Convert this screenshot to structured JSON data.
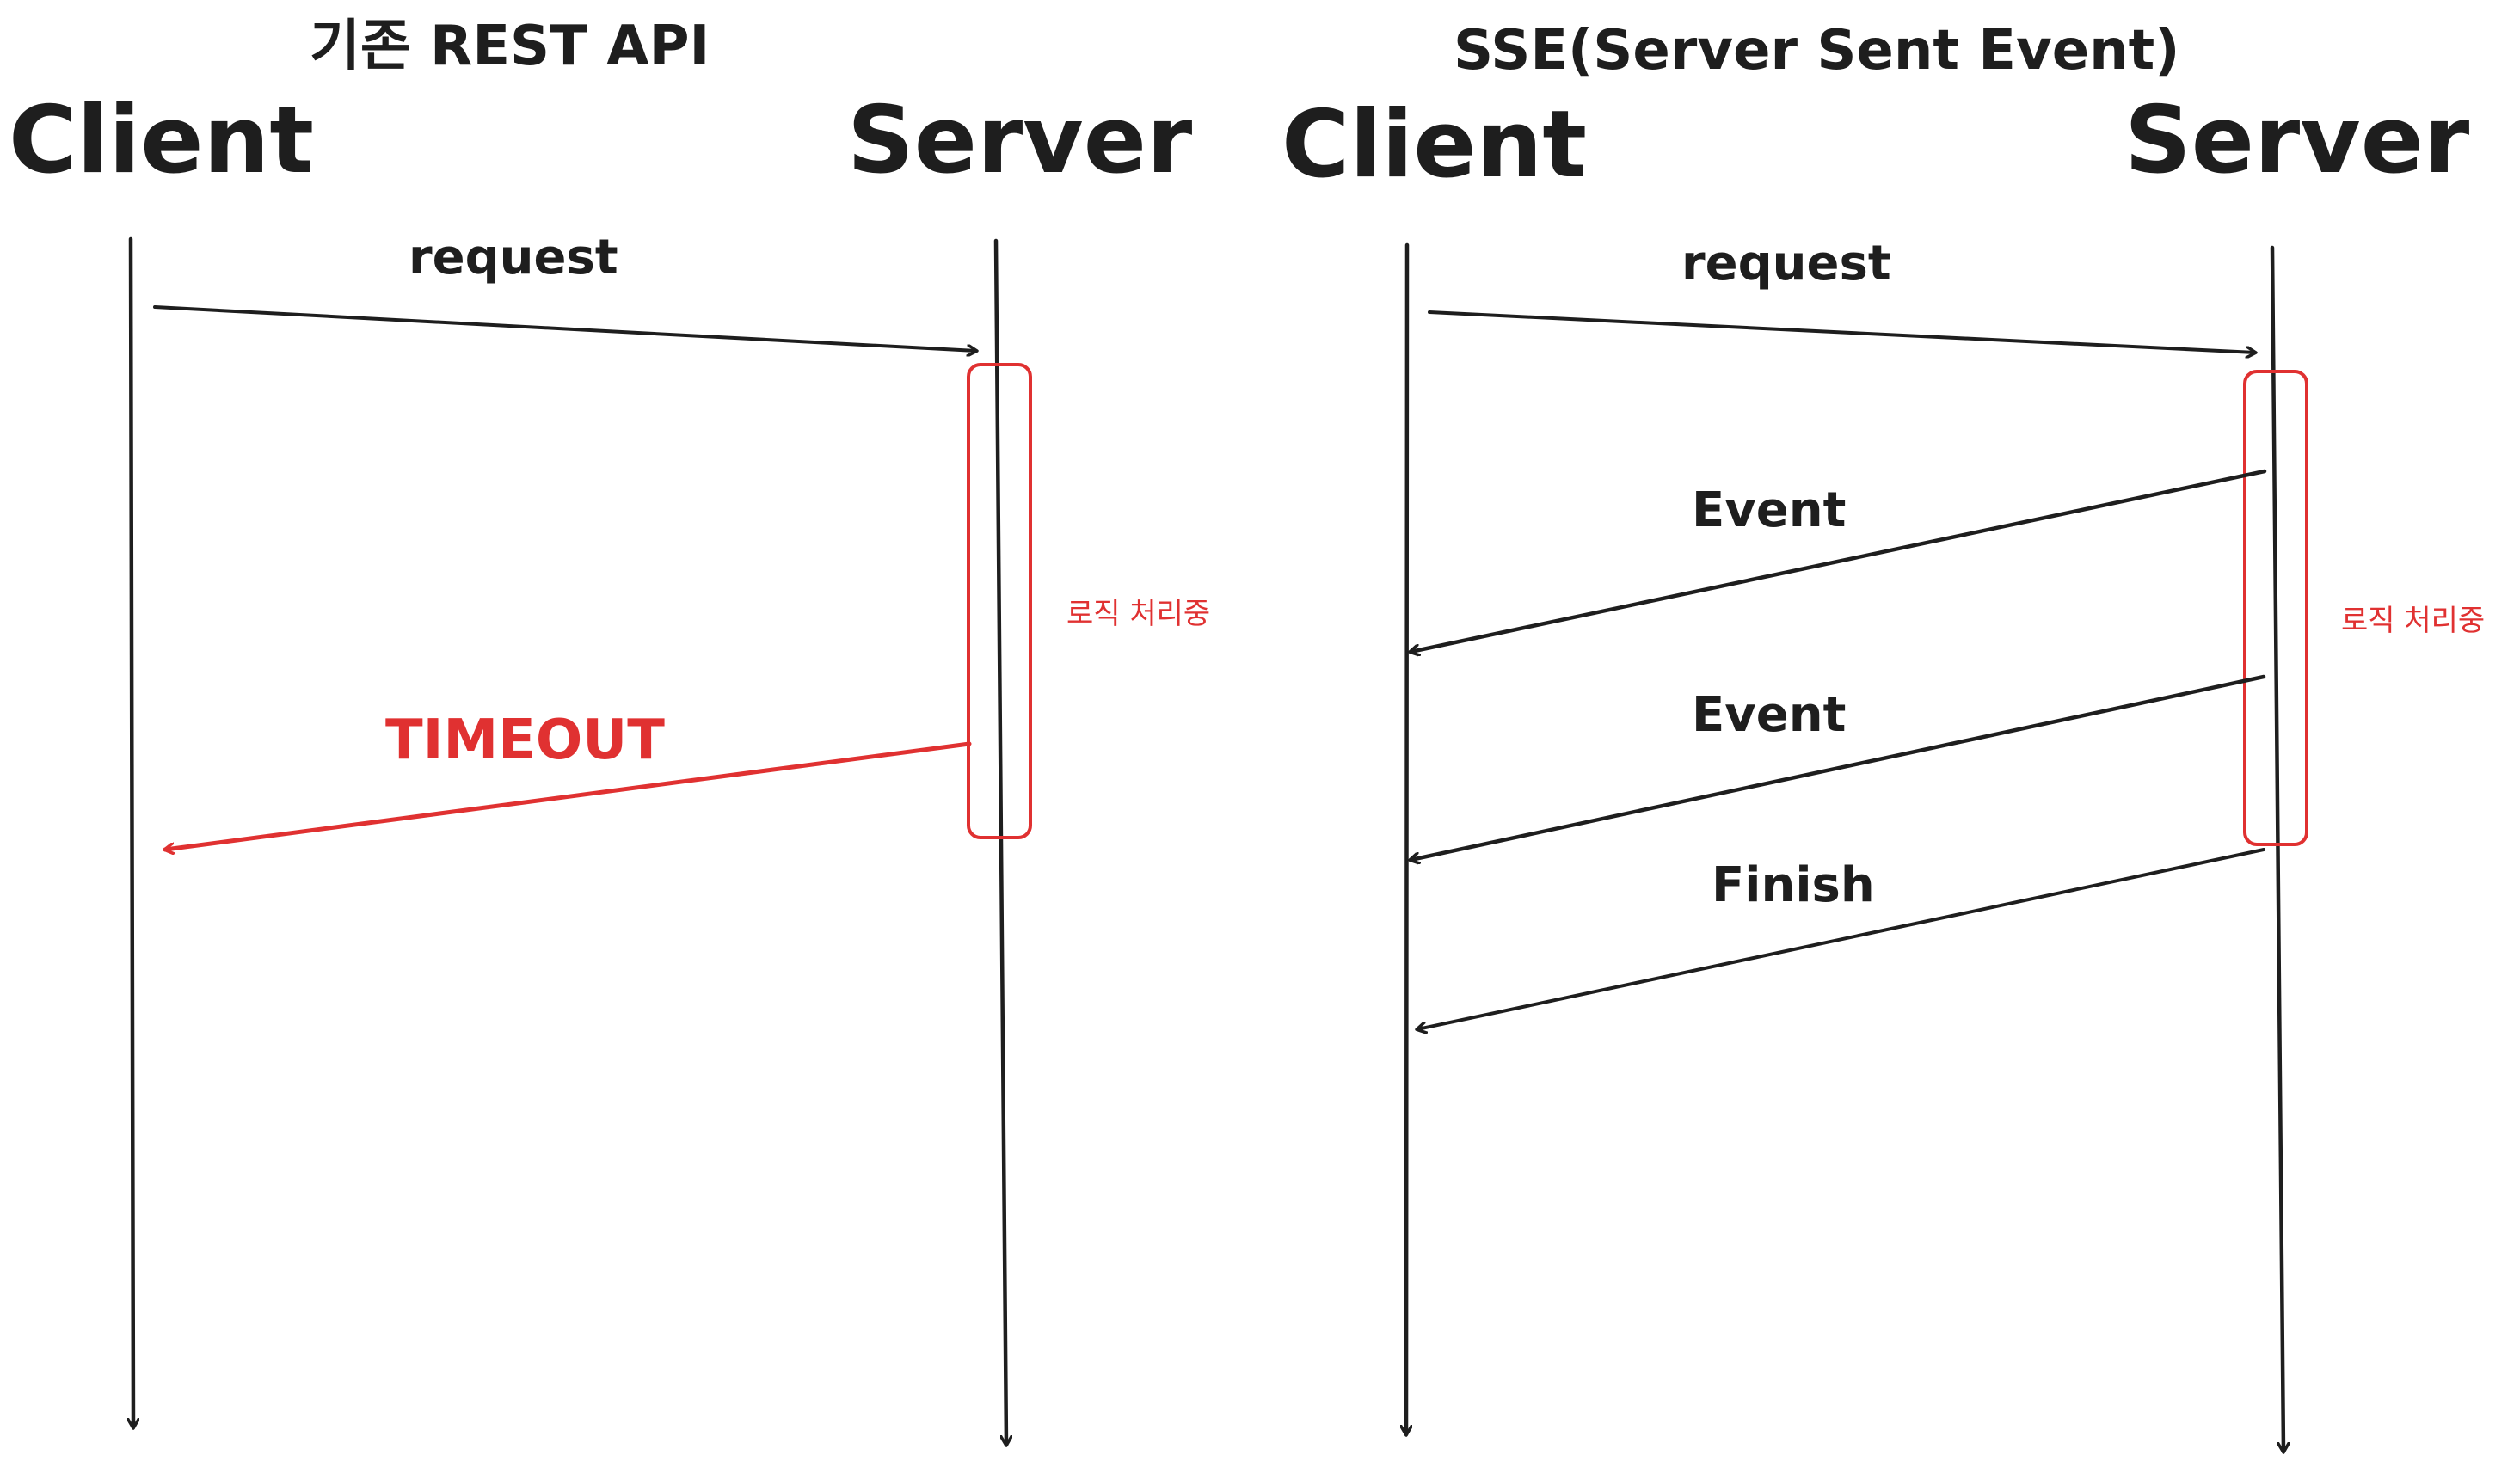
{
  "colors": {
    "ink": "#1e1e1e",
    "accent": "#e03131",
    "background": "#ffffff"
  },
  "rest": {
    "title": "기존 REST API",
    "client_label": "Client",
    "server_label": "Server",
    "request_label": "request",
    "processing_label": "로직 처리중",
    "timeout_label": "TIMEOUT"
  },
  "sse": {
    "title": "SSE(Server Sent Event)",
    "client_label": "Client",
    "server_label": "Server",
    "request_label": "request",
    "event_1_label": "Event",
    "event_2_label": "Event",
    "finish_label": "Finish",
    "processing_label": "로직 처리중"
  }
}
